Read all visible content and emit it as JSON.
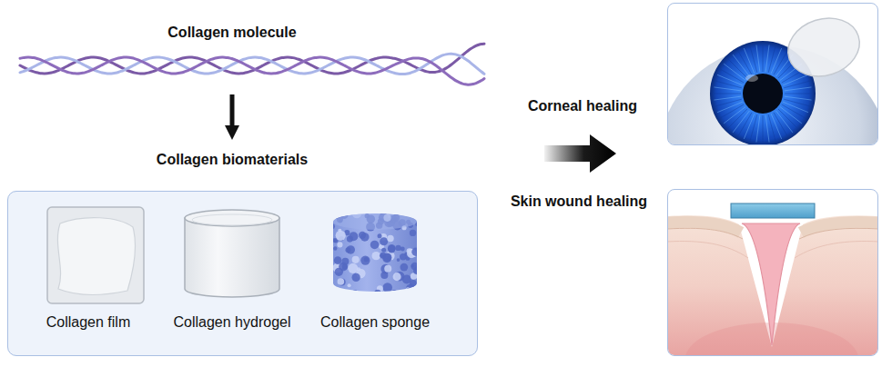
{
  "diagram": {
    "nodes": [
      {
        "text": [
          "Collagen molecule"
        ]
      },
      {
        "text": [
          "Collagen biomaterials"
        ]
      },
      {
        "text": [
          "Collagen film"
        ],
        "in": 1
      },
      {
        "text": [
          "Collagen hydrogel"
        ],
        "in": 1
      },
      {
        "text": [
          "Collagen sponge"
        ],
        "in": 1
      },
      {
        "text": [
          "Corneal healing"
        ]
      },
      {
        "text": [
          "Skin wound healing"
        ]
      }
    ],
    "edges": [
      {
        "from": 0,
        "to": 1,
        "arrow": "to"
      }
    ]
  }
}
